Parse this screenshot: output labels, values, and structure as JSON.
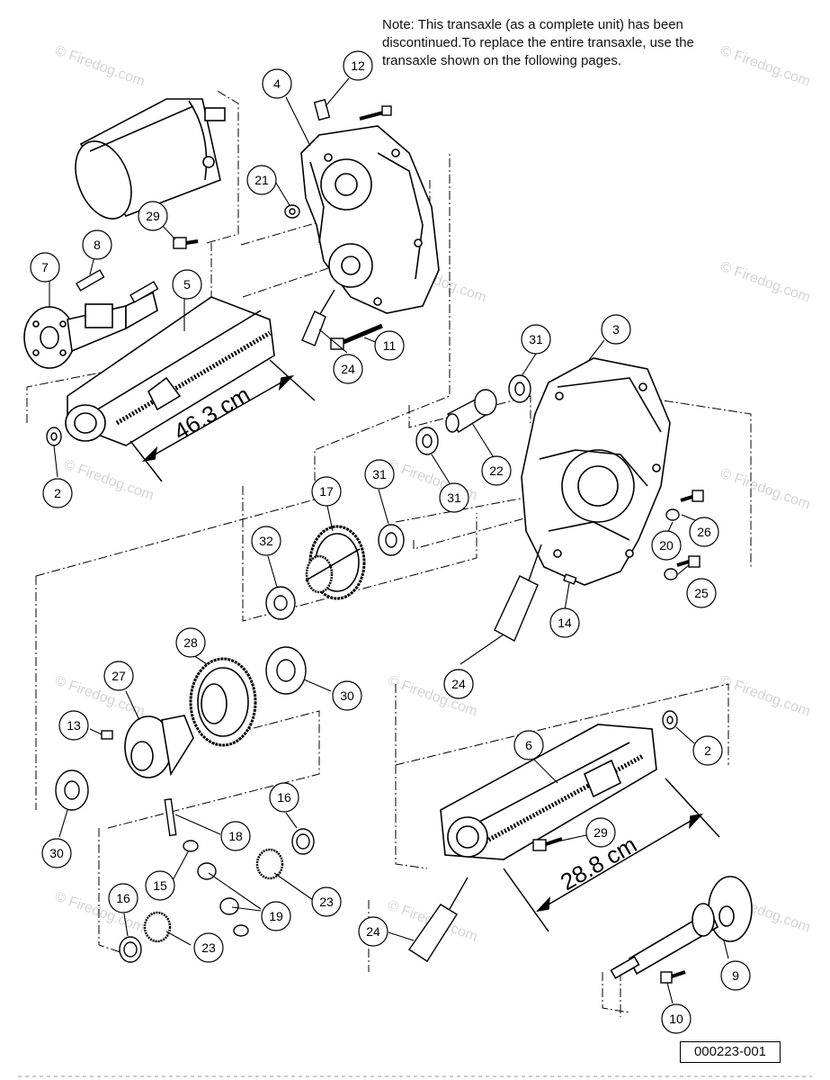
{
  "note": {
    "lines": [
      "Note: This transaxle (as a complete unit) has been",
      "discontinued.To replace the entire transaxle, use the",
      "transaxle shown on the following pages."
    ]
  },
  "dimensions": {
    "upper_axle_tube": "46.3 cm",
    "lower_axle_tube": "28.8 cm"
  },
  "watermark": {
    "text": "© Firedog.com",
    "color": "#d8d8d8"
  },
  "diagram_id": "000223-001",
  "callouts": [
    "12",
    "4",
    "21",
    "29",
    "8",
    "7",
    "5",
    "11",
    "24",
    "2",
    "3",
    "31",
    "22",
    "31",
    "31",
    "17",
    "32",
    "24",
    "26",
    "20",
    "25",
    "14",
    "24",
    "28",
    "27",
    "30",
    "13",
    "30",
    "6",
    "2",
    "29",
    "16",
    "18",
    "15",
    "19",
    "23",
    "16",
    "23",
    "24",
    "9",
    "10"
  ]
}
